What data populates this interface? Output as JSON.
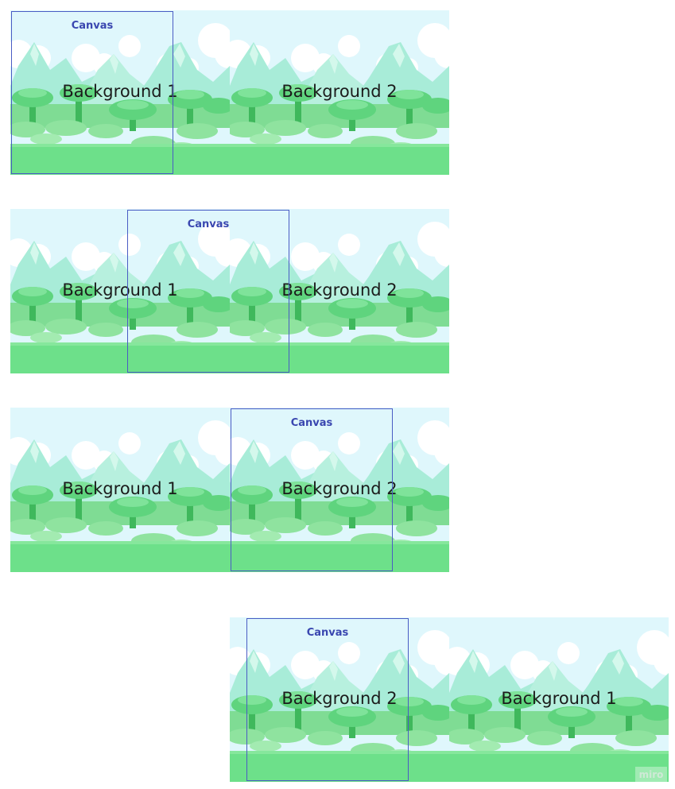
{
  "scenes": [
    {
      "backgrounds": [
        {
          "label": "Background 1"
        },
        {
          "label": "Background 2"
        }
      ],
      "canvas_label": "Canvas"
    },
    {
      "backgrounds": [
        {
          "label": "Background 1"
        },
        {
          "label": "Background 2"
        }
      ],
      "canvas_label": "Canvas"
    },
    {
      "backgrounds": [
        {
          "label": "Background 1"
        },
        {
          "label": "Background 2"
        }
      ],
      "canvas_label": "Canvas"
    },
    {
      "backgrounds": [
        {
          "label": "Background 2"
        },
        {
          "label": "Background 1"
        }
      ],
      "canvas_label": "Canvas"
    }
  ],
  "watermark": "miro",
  "colors": {
    "sky": "#dff7fc",
    "mountain": "#a8ecd8",
    "mountain_light": "#c8f5e6",
    "cloud": "#ffffff",
    "canopy": "#5fd47e",
    "canopy_light": "#8fe39f",
    "trunk": "#3fb85c",
    "ground": "#6de08a",
    "canvas_border": "#4a5cc4",
    "canvas_text": "#3a47b0"
  }
}
